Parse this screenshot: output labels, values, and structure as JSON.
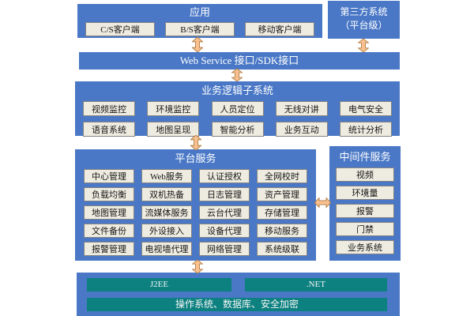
{
  "colors": {
    "section_blue": "#4a78c6",
    "cell_fill": "#eeece1",
    "cell_border": "#828282",
    "teal": "#0d8080",
    "arrow_fill": "#fac090",
    "arrow_stroke": "#b5854f",
    "title_text": "#ffffff",
    "cell_text": "#141414"
  },
  "app": {
    "title": "应用",
    "items": [
      "C/S客户端",
      "B/S客户端",
      "移动客户端"
    ]
  },
  "third_party": {
    "line1": "第三方系统",
    "line2": "（平台级）"
  },
  "web_service": {
    "label": "Web Service 接口/SDK接口"
  },
  "business_logic": {
    "title": "业务逻辑子系统",
    "rows": [
      [
        "视频监控",
        "环境监控",
        "人员定位",
        "无线对讲",
        "电气安全"
      ],
      [
        "语音系统",
        "地图呈现",
        "智能分析",
        "业务互动",
        "统计分析"
      ]
    ]
  },
  "platform": {
    "title": "平台服务",
    "rows": [
      [
        "中心管理",
        "Web服务",
        "认证授权",
        "全网校时"
      ],
      [
        "负载均衡",
        "双机热备",
        "日志管理",
        "资产管理"
      ],
      [
        "地图管理",
        "流媒体服务",
        "云台代理",
        "存储管理"
      ],
      [
        "文件备份",
        "外设接入",
        "设备代理",
        "移动服务"
      ],
      [
        "报警管理",
        "电视墙代理",
        "网络管理",
        "系统级联"
      ]
    ]
  },
  "middleware": {
    "title": "中间件服务",
    "items": [
      "视频",
      "环境量",
      "报警",
      "门禁",
      "业务系统"
    ]
  },
  "runtime": {
    "left": "J2EE",
    "right": ".NET",
    "bottom": "操作系统、数据库、安全加密"
  }
}
